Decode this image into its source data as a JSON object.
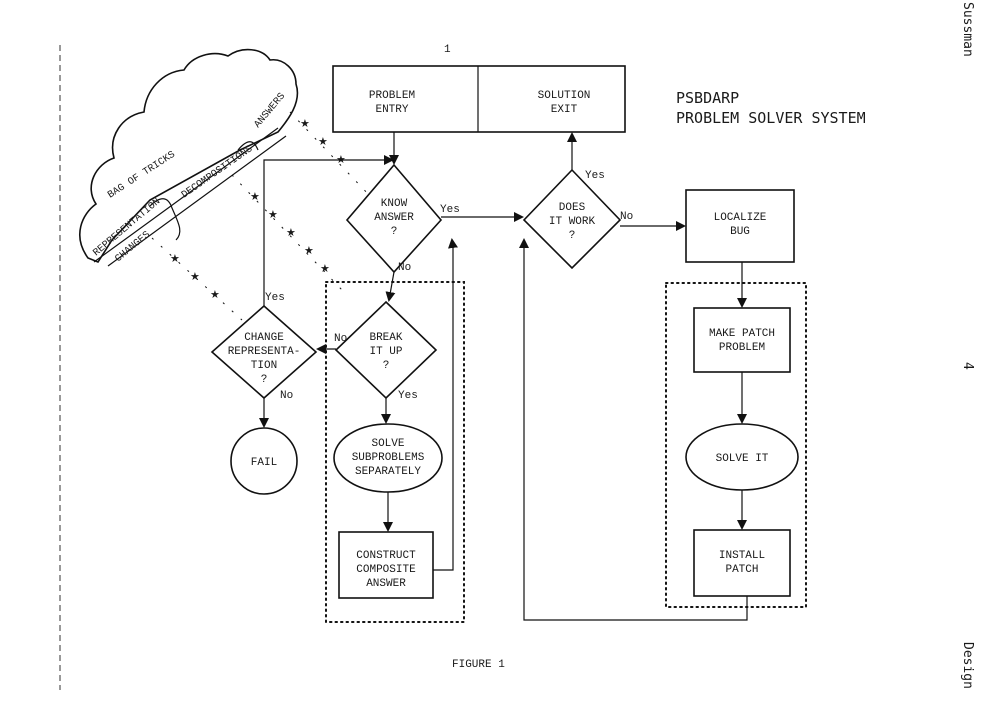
{
  "title": {
    "line1": "PSBDARP",
    "line2": "PROBLEM SOLVER SYSTEM"
  },
  "caption": "FIGURE 1",
  "top_mark": "1",
  "margin_right": {
    "top": "Sussman",
    "middle": "4",
    "bottom": "Design"
  },
  "cloud": {
    "bag": "BAG OF TRICKS",
    "rep1": "REPRESENTATION",
    "rep2": "CHANGES",
    "decomp": "DECOMPOSITIONS",
    "answers": "ANSWERS"
  },
  "nodes": {
    "problem_entry": [
      "PROBLEM",
      "ENTRY"
    ],
    "solution_exit": [
      "SOLUTION",
      "EXIT"
    ],
    "know_answer": [
      "KNOW",
      "ANSWER",
      "?"
    ],
    "does_it_work": [
      "DOES",
      "IT WORK",
      "?"
    ],
    "localize_bug": [
      "LOCALIZE",
      "BUG"
    ],
    "break_it_up": [
      "BREAK",
      "IT UP",
      "?"
    ],
    "change_rep": [
      "CHANGE",
      "REPRESENTA-",
      "TION",
      "?"
    ],
    "fail": [
      "FAIL"
    ],
    "solve_sub": [
      "SOLVE",
      "SUBPROBLEMS",
      "SEPARATELY"
    ],
    "construct": [
      "CONSTRUCT",
      "COMPOSITE",
      "ANSWER"
    ],
    "make_patch": [
      "MAKE PATCH",
      "PROBLEM"
    ],
    "solve_it": [
      "SOLVE IT"
    ],
    "install_patch": [
      "INSTALL",
      "PATCH"
    ]
  },
  "edge_labels": {
    "know_yes": "Yes",
    "know_no": "No",
    "work_yes": "Yes",
    "work_no": "No",
    "break_no": "No",
    "break_yes": "Yes",
    "change_yes": "Yes",
    "change_no": "No"
  }
}
